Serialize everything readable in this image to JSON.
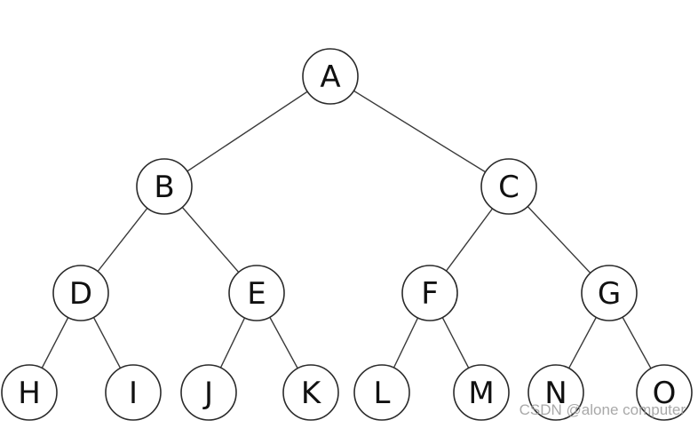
{
  "tree": {
    "nodes": [
      {
        "id": "A",
        "label": "A"
      },
      {
        "id": "B",
        "label": "B"
      },
      {
        "id": "C",
        "label": "C"
      },
      {
        "id": "D",
        "label": "D"
      },
      {
        "id": "E",
        "label": "E"
      },
      {
        "id": "F",
        "label": "F"
      },
      {
        "id": "G",
        "label": "G"
      },
      {
        "id": "H",
        "label": "H"
      },
      {
        "id": "I",
        "label": "I"
      },
      {
        "id": "J",
        "label": "J"
      },
      {
        "id": "K",
        "label": "K"
      },
      {
        "id": "L",
        "label": "L"
      },
      {
        "id": "M",
        "label": "M"
      },
      {
        "id": "N",
        "label": "N"
      },
      {
        "id": "O",
        "label": "O"
      }
    ],
    "edges": [
      [
        "A",
        "B"
      ],
      [
        "A",
        "C"
      ],
      [
        "B",
        "D"
      ],
      [
        "B",
        "E"
      ],
      [
        "C",
        "F"
      ],
      [
        "C",
        "G"
      ],
      [
        "D",
        "H"
      ],
      [
        "D",
        "I"
      ],
      [
        "E",
        "J"
      ],
      [
        "E",
        "K"
      ],
      [
        "F",
        "L"
      ],
      [
        "F",
        "M"
      ],
      [
        "G",
        "N"
      ],
      [
        "G",
        "O"
      ]
    ]
  },
  "watermark": "CSDN @alone computer"
}
